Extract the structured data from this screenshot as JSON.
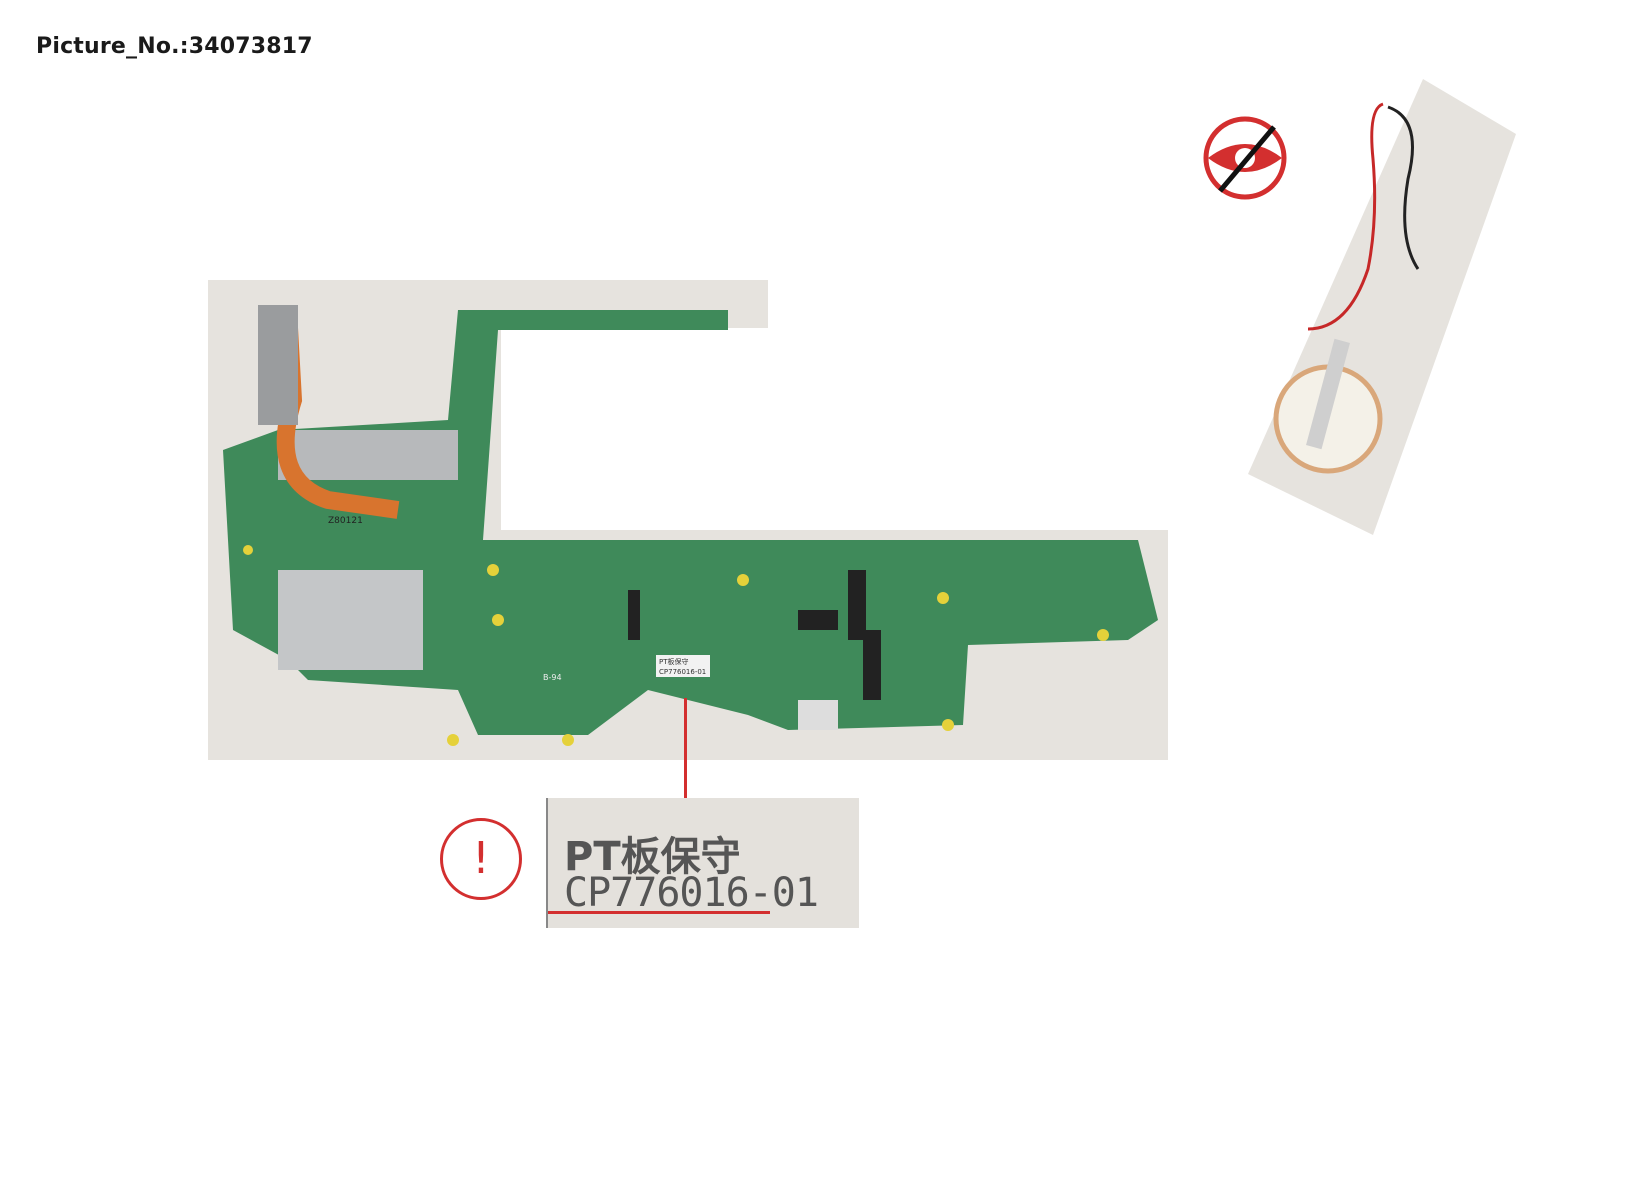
{
  "title": "Picture_No.:34073817",
  "board": {
    "silk_text": "B-94",
    "heatsink_text": "Z80121",
    "sticker_line1": "PT板保守",
    "sticker_line2": "CP776016-01"
  },
  "label": {
    "line1": "PT板保守",
    "line2": "CP776016-01"
  },
  "icons": {
    "warning": "exclamation-circle-icon",
    "not_included": "crossed-eye-icon"
  },
  "warning_symbol": "!",
  "colors": {
    "accent_red": "#d32f2f",
    "pcb_green": "#3f8a5a",
    "photo_bg": "#e6e3de",
    "copper": "#d8742e"
  }
}
